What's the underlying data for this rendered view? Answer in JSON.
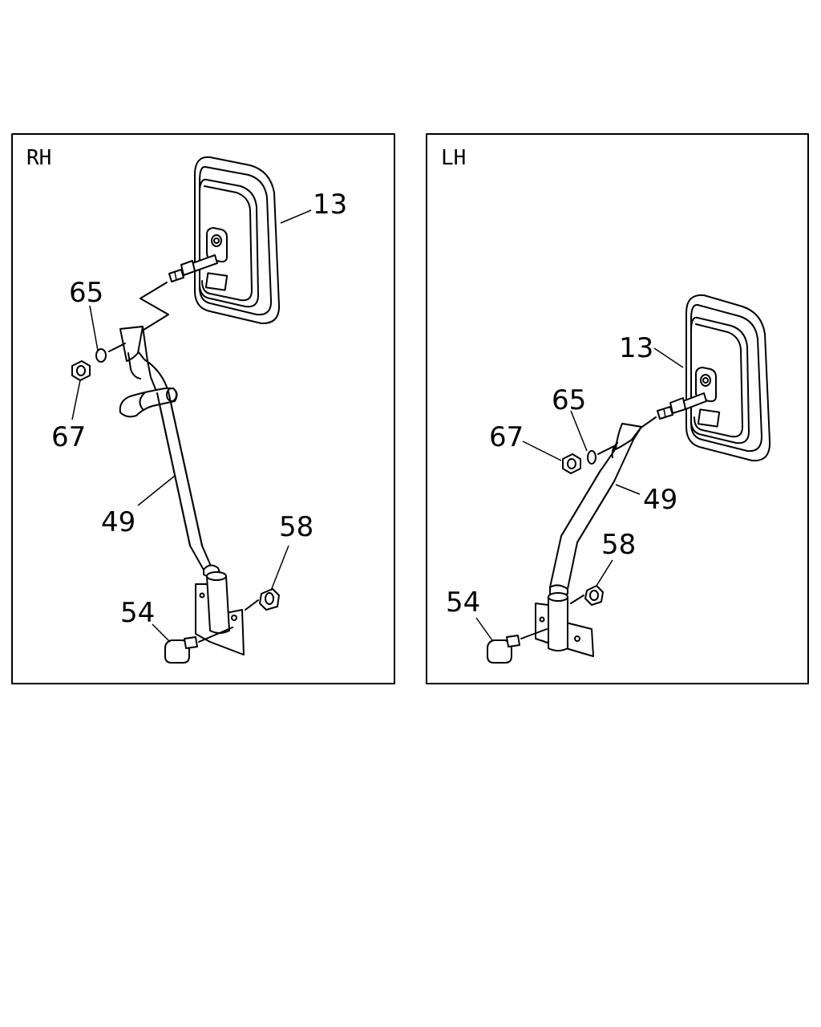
{
  "panels": {
    "rh": {
      "label": "RH",
      "callouts": {
        "mirror": "13",
        "washer": "65",
        "nut": "67",
        "stay": "49",
        "bolt": "54",
        "nut_lower": "58"
      }
    },
    "lh": {
      "label": "LH",
      "callouts": {
        "mirror": "13",
        "washer": "65",
        "nut": "67",
        "stay": "49",
        "bolt": "54",
        "nut_lower": "58"
      }
    }
  }
}
